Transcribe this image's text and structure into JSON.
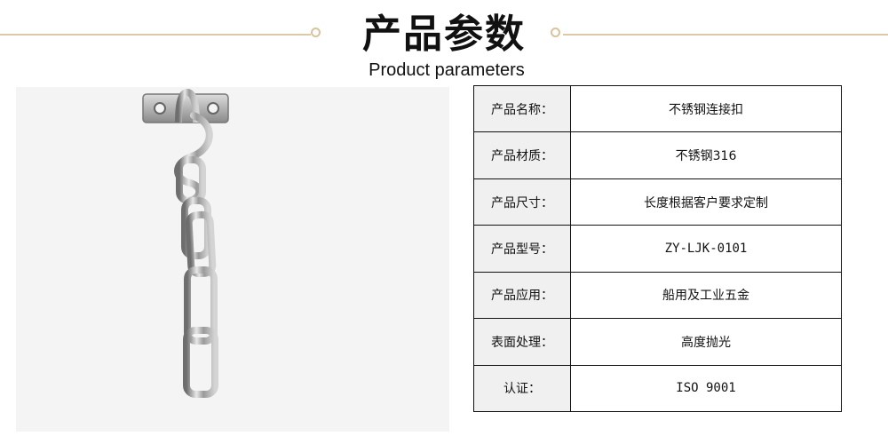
{
  "header": {
    "title_cn": "产品参数",
    "title_en": "Product parameters"
  },
  "colors": {
    "decor": "#dcc9a8",
    "border": "#111111",
    "label_bg": "#f0f0f0"
  },
  "params": [
    {
      "label": "产品名称：",
      "value": "不锈钢连接扣"
    },
    {
      "label": "产品材质：",
      "value": "不锈钢316"
    },
    {
      "label": "产品尺寸：",
      "value": "长度根据客户要求定制"
    },
    {
      "label": "产品型号：",
      "value": "ZY-LJK-0101"
    },
    {
      "label": "产品应用：",
      "value": "船用及工业五金"
    },
    {
      "label": "表面处理：",
      "value": "高度抛光"
    },
    {
      "label": "认证：",
      "value": "ISO 9001"
    }
  ]
}
